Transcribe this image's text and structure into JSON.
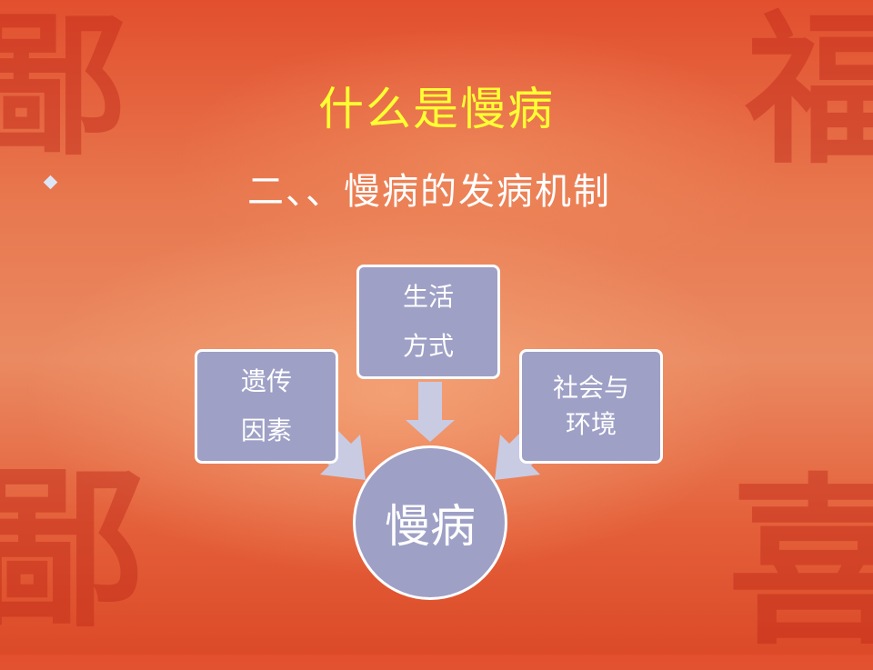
{
  "slide": {
    "title": "什么是慢病",
    "subtitle": "二、、慢病的发病机制"
  },
  "diagram": {
    "center": "慢病",
    "nodes": [
      {
        "id": "top",
        "line1": "生活",
        "line2": "方式"
      },
      {
        "id": "left",
        "line1": "遗传",
        "line2": "因素"
      },
      {
        "id": "right",
        "line1": "社会与",
        "line2": "环境"
      }
    ]
  },
  "colors": {
    "background": "#e8774e",
    "title": "#ffff33",
    "node_fill": "#9ea0c6",
    "arrow": "#c9cbe3"
  }
}
